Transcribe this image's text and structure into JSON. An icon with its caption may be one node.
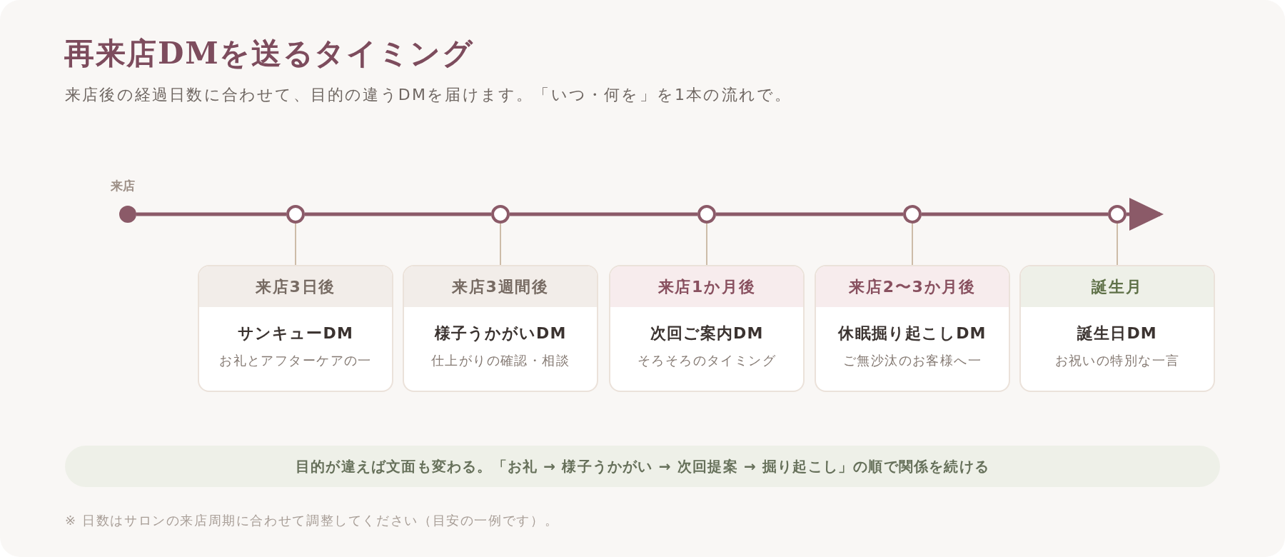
{
  "diagram": {
    "title": "再来店DMを送るタイミング",
    "nodes": [
      {
        "text": [],
        "shape": "circle",
        "beside": [
          "来店"
        ]
      },
      {
        "text": [],
        "shape": "circle"
      },
      {
        "text": [],
        "shape": "circle"
      },
      {
        "text": [],
        "shape": "circle"
      },
      {
        "text": [],
        "shape": "circle"
      },
      {
        "text": [],
        "shape": "circle"
      },
      {
        "text": [
          "来店3日後",
          "サンキューDM",
          "お礼とアフターケアの一"
        ]
      },
      {
        "text": [
          "来店3週間後",
          "様子うかがいDM",
          "仕上がりの確認・相談"
        ]
      },
      {
        "text": [
          "来店1か月後",
          "次回ご案内DM",
          "そろそろのタイミング"
        ]
      },
      {
        "text": [
          "来店2〜3か月後",
          "休眠掘り起こしDM",
          "ご無沙汰のお客様へ一"
        ]
      },
      {
        "text": [
          "誕生月",
          "誕生日DM",
          "お祝いの特別な一言"
        ]
      },
      {
        "text": [
          "目的が違えば文面も変わる。「お礼 → 様子うかがい → 次回提案 → 掘り起こし」の順で関係を続ける"
        ]
      }
    ],
    "edges": [
      {
        "from": 0,
        "to": 1,
        "arrow": "none"
      },
      {
        "from": 1,
        "to": 2,
        "arrow": "none"
      },
      {
        "from": 2,
        "to": 3,
        "arrow": "none"
      },
      {
        "from": 3,
        "to": 4,
        "arrow": "none"
      },
      {
        "from": 4,
        "to": 5,
        "arrow": "none"
      },
      {
        "from": 5,
        "to": null,
        "arrow": "to"
      },
      {
        "from": 1,
        "to": 6,
        "arrow": "none",
        "color": "#cdbca8"
      },
      {
        "from": 2,
        "to": 7,
        "arrow": "none",
        "color": "#cdbca8"
      },
      {
        "from": 3,
        "to": 8,
        "arrow": "none",
        "color": "#cdbca8"
      },
      {
        "from": 4,
        "to": 9,
        "arrow": "none",
        "color": "#cdbca8"
      },
      {
        "from": 5,
        "to": 10,
        "arrow": "none",
        "color": "#cdbca8"
      }
    ],
    "labels": [
      "来店後の経過日数に合わせて、目的の違うDMを届けます。「いつ・何を」を1本の流れで。",
      "※ 日数はサロンの来店周期に合わせて調整してください（目安の一例です）。"
    ]
  }
}
